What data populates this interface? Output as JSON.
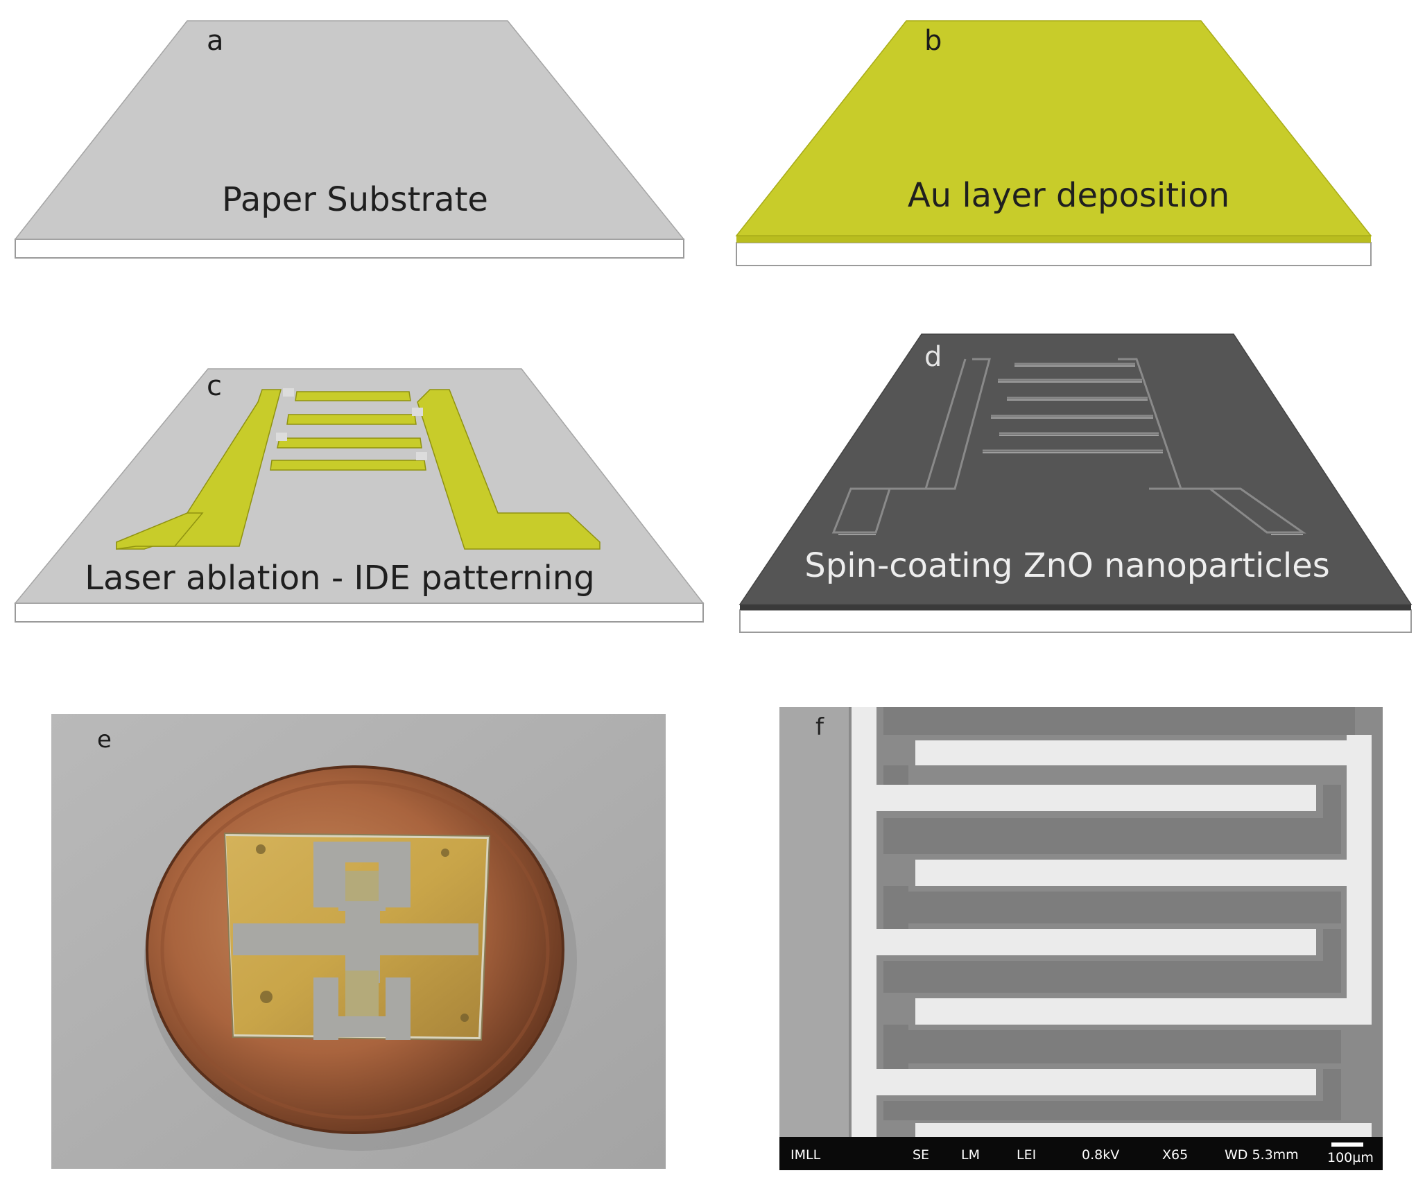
{
  "panels": [
    {
      "id": "a",
      "letter": "a",
      "caption": "Paper Substrate"
    },
    {
      "id": "b",
      "letter": "b",
      "caption": "Au layer deposition"
    },
    {
      "id": "c",
      "letter": "c",
      "caption": "Laser ablation - IDE patterning"
    },
    {
      "id": "d",
      "letter": "d",
      "caption": "Spin-coating ZnO nanoparticles"
    },
    {
      "id": "e",
      "letter": "e"
    },
    {
      "id": "f",
      "letter": "f"
    }
  ],
  "sem_databar": {
    "institution": "IMLL",
    "signal": "SE",
    "mode": "LM",
    "detector": "LEI",
    "voltage": "0.8kV",
    "magnification": "X65",
    "working_distance": "WD 5.3mm",
    "scale": "100µm"
  },
  "colors": {
    "paper": "#c9c9c9",
    "gold": "#c8cc2a",
    "zno": "#555555",
    "substrate_edge": "#ffffff"
  }
}
